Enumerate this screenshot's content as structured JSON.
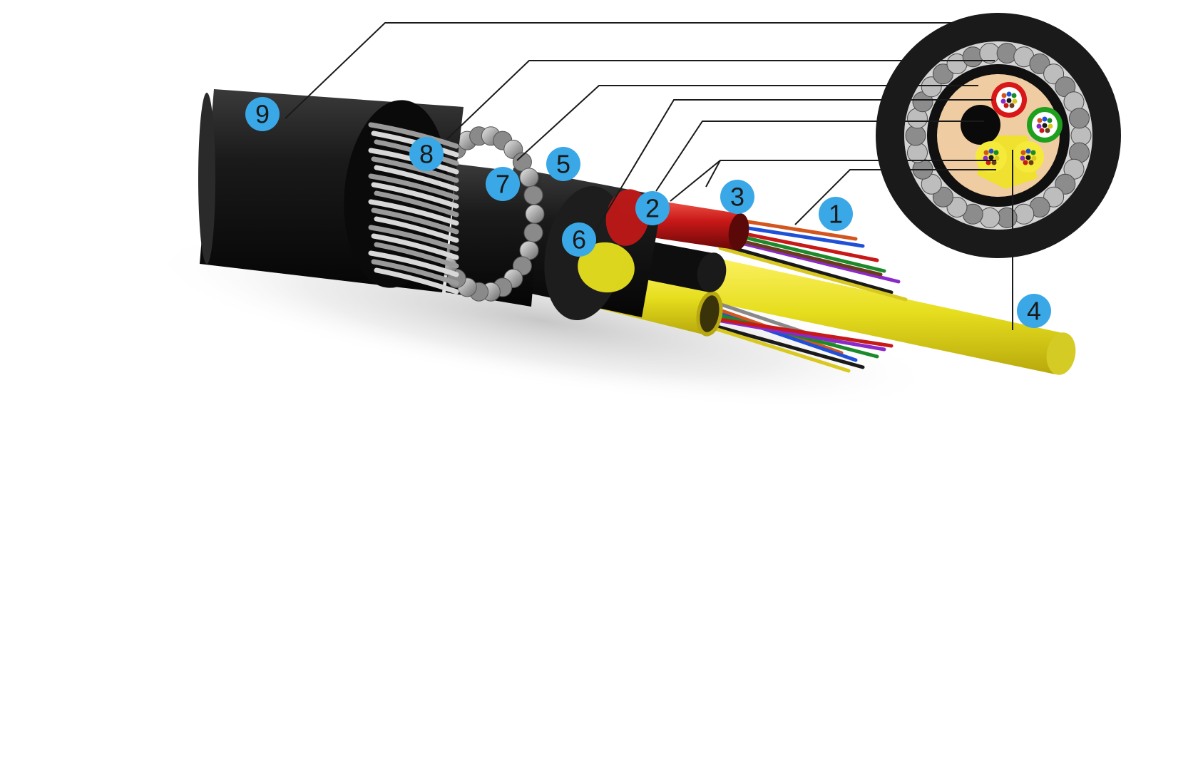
{
  "diagram": {
    "callouts": [
      {
        "id": "1",
        "label": "1"
      },
      {
        "id": "2",
        "label": "2"
      },
      {
        "id": "3",
        "label": "3"
      },
      {
        "id": "4",
        "label": "4"
      },
      {
        "id": "5",
        "label": "5"
      },
      {
        "id": "6",
        "label": "6"
      },
      {
        "id": "7",
        "label": "7"
      },
      {
        "id": "8",
        "label": "8"
      },
      {
        "id": "9",
        "label": "9"
      }
    ],
    "colors": {
      "badge": "#3aa8e6",
      "outer_sheath": "#1f1f1f",
      "armor_wire": "#a9a9a9",
      "inner_sheath": "#111111",
      "red_tube": "#c81818",
      "green_tube": "#1c9a1c",
      "yellow_tube": "#e8e020",
      "filler": "#f2d2a8",
      "central_member": "#0d0d0d"
    },
    "fiber_colors": [
      "#d2561e",
      "#2050d8",
      "#1c8a2a",
      "#8a2ac8",
      "#1a1a1a",
      "#d8c820",
      "#c81818",
      "#6a3c1c",
      "#888888"
    ]
  }
}
